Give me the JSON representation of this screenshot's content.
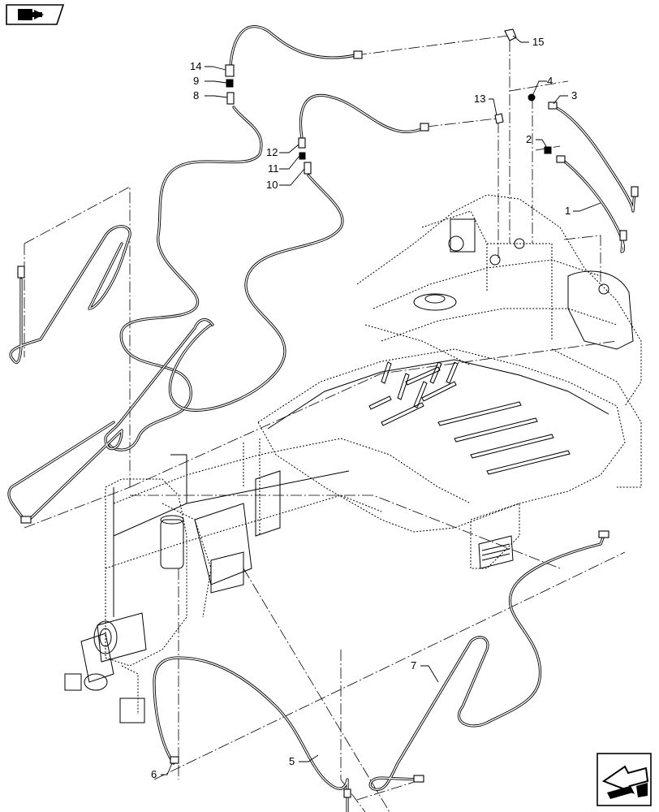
{
  "icons": {
    "top_left": "book-view-icon",
    "bottom_right": "navigation-arrow-icon"
  },
  "callouts": [
    {
      "id": "c1",
      "label": "1"
    },
    {
      "id": "c2",
      "label": "2"
    },
    {
      "id": "c3",
      "label": "3"
    },
    {
      "id": "c4",
      "label": "4"
    },
    {
      "id": "c5",
      "label": "5"
    },
    {
      "id": "c6",
      "label": "6"
    },
    {
      "id": "c7",
      "label": "7"
    },
    {
      "id": "c8",
      "label": "8"
    },
    {
      "id": "c9",
      "label": "9"
    },
    {
      "id": "c10",
      "label": "10"
    },
    {
      "id": "c11",
      "label": "11"
    },
    {
      "id": "c12",
      "label": "12"
    },
    {
      "id": "c13",
      "label": "13"
    },
    {
      "id": "c14",
      "label": "14"
    },
    {
      "id": "c15",
      "label": "15"
    }
  ]
}
